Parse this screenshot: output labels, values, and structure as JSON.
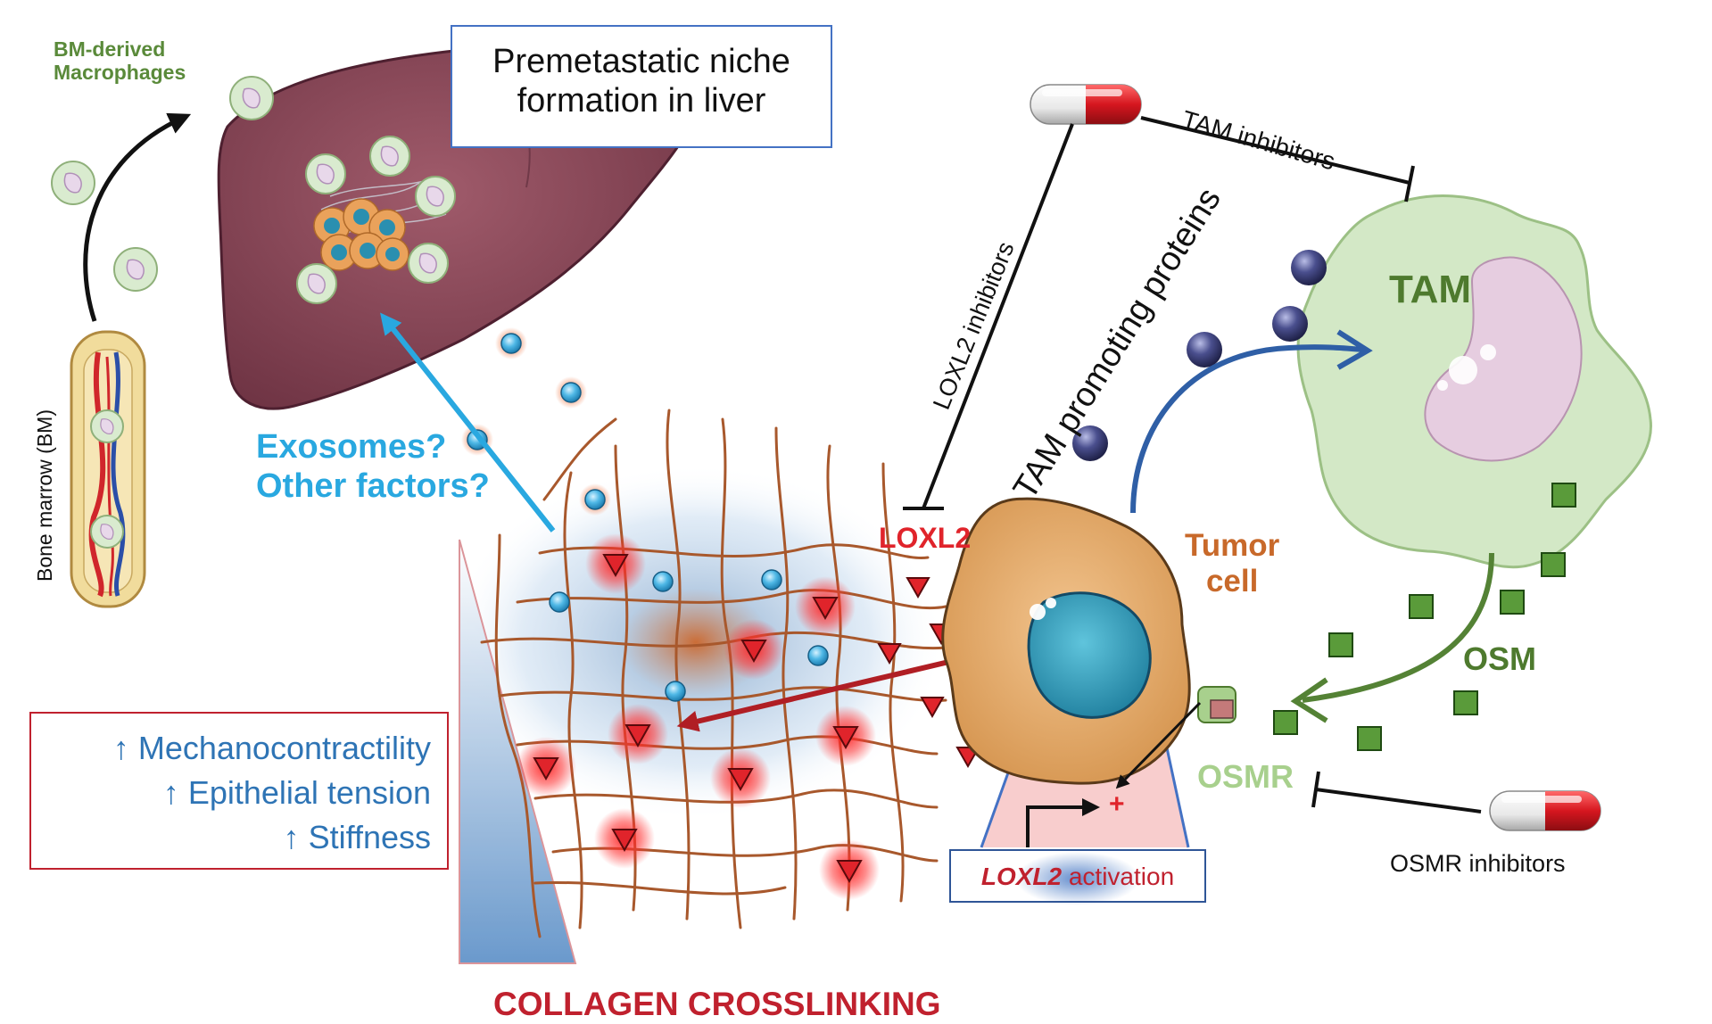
{
  "labels": {
    "bm_title_line1": "BM-derived",
    "bm_title_line2": "Macrophages",
    "niche_line1": "Premetastatic niche",
    "niche_line2": "formation in liver",
    "exosomes": "Exosomes?",
    "other_factors": "Other factors?",
    "bone_marrow": "Bone marrow (BM)",
    "mech_line1": "↑ Mechanocontractility",
    "mech_line2": "↑ Epithelial tension",
    "mech_line3": "↑ Stiffness",
    "collagen": "COLLAGEN CROSSLINKING",
    "loxl2": "LOXL2",
    "loxl2_inhibitors": "LOXL2 inhibitors",
    "tam_promoting": "TAM promoting proteins",
    "tam_inhibitors": "TAM inhibitors",
    "tam": "TAM",
    "tumor_line1": "Tumor",
    "tumor_line2": "cell",
    "osm": "OSM",
    "osmr": "OSMR",
    "osmr_inhibitors": "OSMR inhibitors",
    "activation_gene": "LOXL2",
    "activation_word": " activation",
    "plus_sign": "+"
  },
  "colors": {
    "liver": "#8a4a5a",
    "macrophage": "#d9ebcf",
    "collagen_fiber": "#a8582c",
    "loxl2_marker": "#e0242b",
    "exosome": "#3aa8de",
    "tam_cell": "#d3e8c6",
    "tumor_cell": "#e2a768",
    "nucleus_blue": "#2a8fb0",
    "osm_square": "#5a9b3a",
    "arrow_blue": "#2f5fa6",
    "arrow_light_blue": "#29a8e0",
    "arrow_green": "#548235",
    "arrow_dark_red": "#b01e24"
  },
  "icons": [
    "pill-icon",
    "macrophage-icon",
    "liver-icon",
    "bone-icon",
    "tumor-cell-icon",
    "tam-cell-icon",
    "receptor-icon"
  ]
}
